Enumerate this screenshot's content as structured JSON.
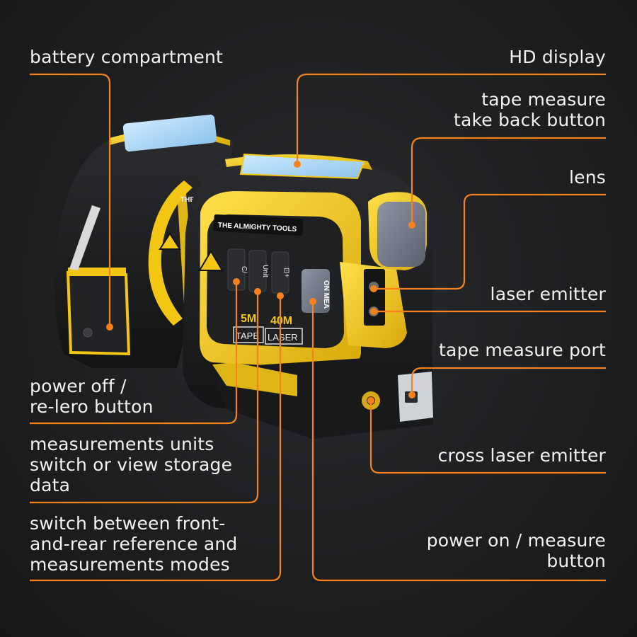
{
  "left_labels": {
    "battery": "battery compartment",
    "power_off": [
      "power off /",
      "re-lero button"
    ],
    "units": [
      "measurements units",
      "switch or view storage",
      "data"
    ],
    "switch_mode": [
      "switch between front-",
      "and-rear reference and",
      "measurements modes"
    ]
  },
  "right_labels": {
    "hd_display": "HD display",
    "tape_back": [
      "tape measure",
      "take back button"
    ],
    "lens": "lens",
    "laser_emitter": "laser emitter",
    "tape_port": "tape measure port",
    "cross_laser": "cross laser emitter",
    "power_on": [
      "power on / measure",
      "button"
    ]
  },
  "device_text": {
    "brand": "THE ALMIGHTY TOOLS",
    "brand_back": "THE AL",
    "btn_clr": "C/",
    "btn_unit": "Unit",
    "btn_mode": "⊡+",
    "on_meas": "ON MEA",
    "spec_tape": "5M",
    "spec_laser": "40M",
    "tape_word": "TAPE",
    "laser_word": "LASER"
  },
  "colors": {
    "accent": "#f7821b",
    "yellow": "#f3c614",
    "body": "#1c1d1f",
    "screen": "#9fd0f0"
  }
}
